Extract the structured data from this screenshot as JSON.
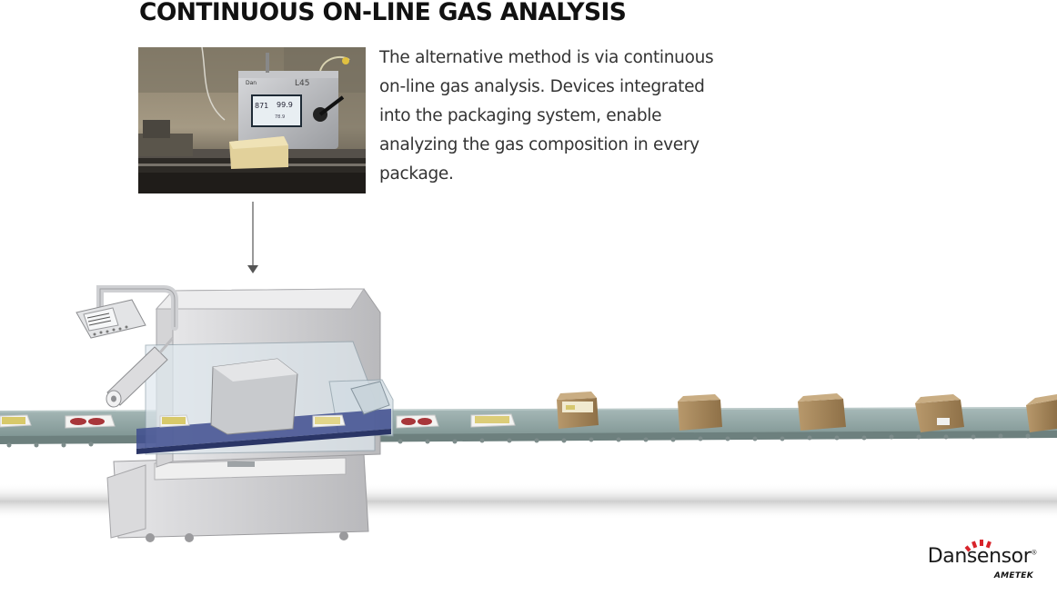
{
  "heading": "CONTINUOUS ON-LINE GAS ANALYSIS",
  "description": "The alternative method is via continuous on-line gas analysis. Devices integrated into the packaging system, enable analyzing the gas composition in every package.",
  "photo": {
    "device_brand": "Dan",
    "device_model": "L45",
    "reading_1": "871",
    "reading_2": "99.9",
    "reading_3": "78.9"
  },
  "logo": {
    "name": "Dansensor",
    "registered": "®",
    "sub": "AMETEK"
  },
  "colors": {
    "belt": "#8fa4a2",
    "box": "#a4845a",
    "steel": "#c9c9cb",
    "logo_red": "#d8232a"
  },
  "icons": [
    "down-arrow-icon"
  ]
}
